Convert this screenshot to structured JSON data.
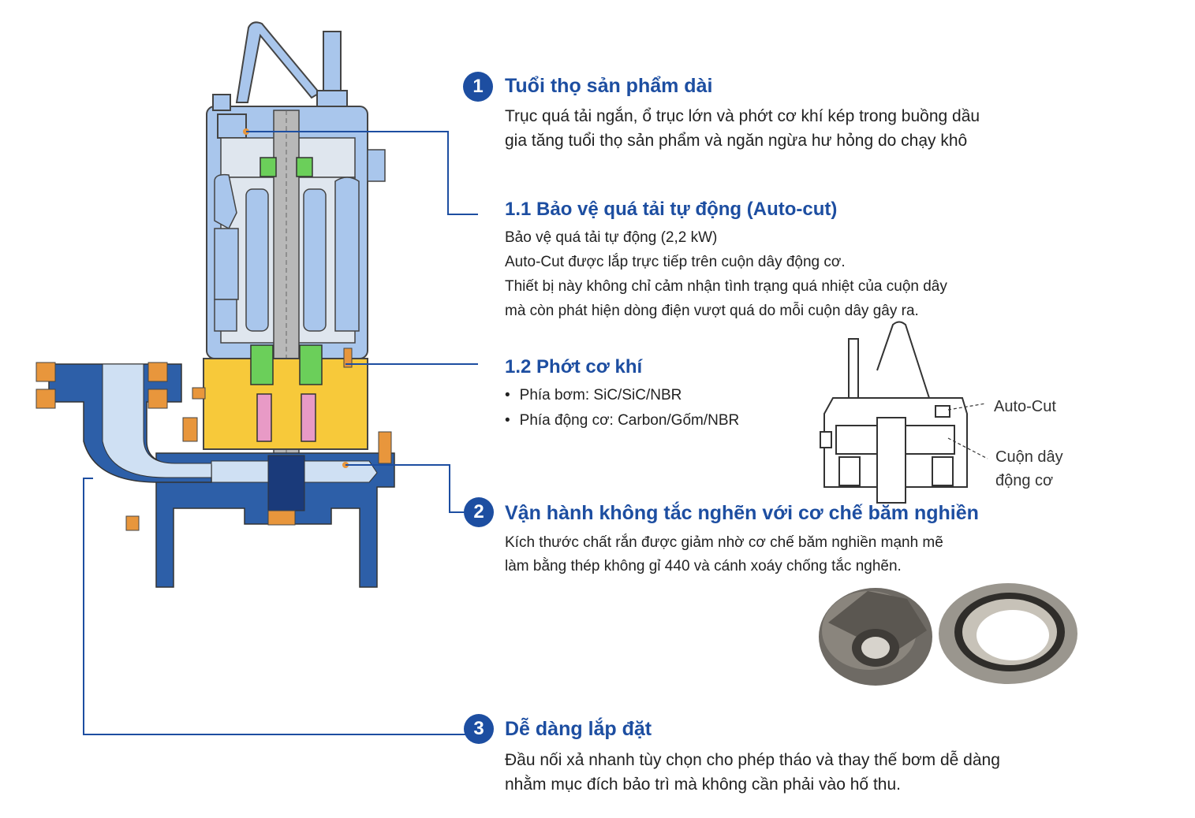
{
  "features": [
    {
      "number": "1",
      "title": "Tuổi thọ sản phẩm dài",
      "lines": [
        "Trục quá tải ngắn, ổ trục lớn và phớt cơ khí kép trong buồng dầu",
        "gia tăng tuổi thọ sản phẩm và ngăn ngừa hư hỏng do chạy khô"
      ]
    },
    {
      "number": "2",
      "title": "Vận hành không tắc nghẽn với cơ chế băm nghiền",
      "lines": [
        "Kích thước chất rắn được giảm nhờ cơ chế băm nghiền mạnh mẽ",
        "làm bằng thép không gỉ 440 và cánh xoáy chống tắc nghẽn."
      ]
    },
    {
      "number": "3",
      "title": "Dễ dàng lắp đặt",
      "lines": [
        "Đầu nối xả nhanh tùy chọn cho phép tháo và thay thế bơm dễ dàng",
        "nhằm mục đích bảo trì mà không cần phải vào hố thu."
      ]
    }
  ],
  "sub_features": [
    {
      "title": "1.1 Bảo vệ quá tải tự động (Auto-cut)",
      "lines": [
        "Bảo vệ quá tải tự động (2,2 kW)",
        "Auto-Cut được lắp trực tiếp trên cuộn dây động cơ.",
        "Thiết bị này không chỉ cảm nhận tình trạng quá nhiệt của cuộn dây",
        "mà còn phát hiện dòng điện vượt quá do mỗi cuộn dây gây ra."
      ]
    },
    {
      "title": "1.2 Phớt cơ khí",
      "bullets": [
        "Phía bơm: SiC/SiC/NBR",
        "Phía động cơ: Carbon/Gốm/NBR"
      ]
    }
  ],
  "inset_labels": {
    "auto_cut": "Auto-Cut",
    "coil_line1": "Cuộn dây",
    "coil_line2": "động cơ"
  },
  "colors": {
    "brand_blue": "#1d4ea1",
    "motor_light_blue": "#a9c6ec",
    "oil_chamber_yellow": "#f7c93a",
    "casing_blue": "#2d5fa8",
    "bolt_orange": "#e8963c",
    "bearing_green": "#6bcf5a",
    "seal_pink": "#e89ac6",
    "shaft_gray": "#b8b8b8"
  },
  "icons": [
    "pump-cross-section",
    "auto-cut-inset-diagram",
    "cutter-impeller-photo",
    "cutter-ring-photo"
  ]
}
